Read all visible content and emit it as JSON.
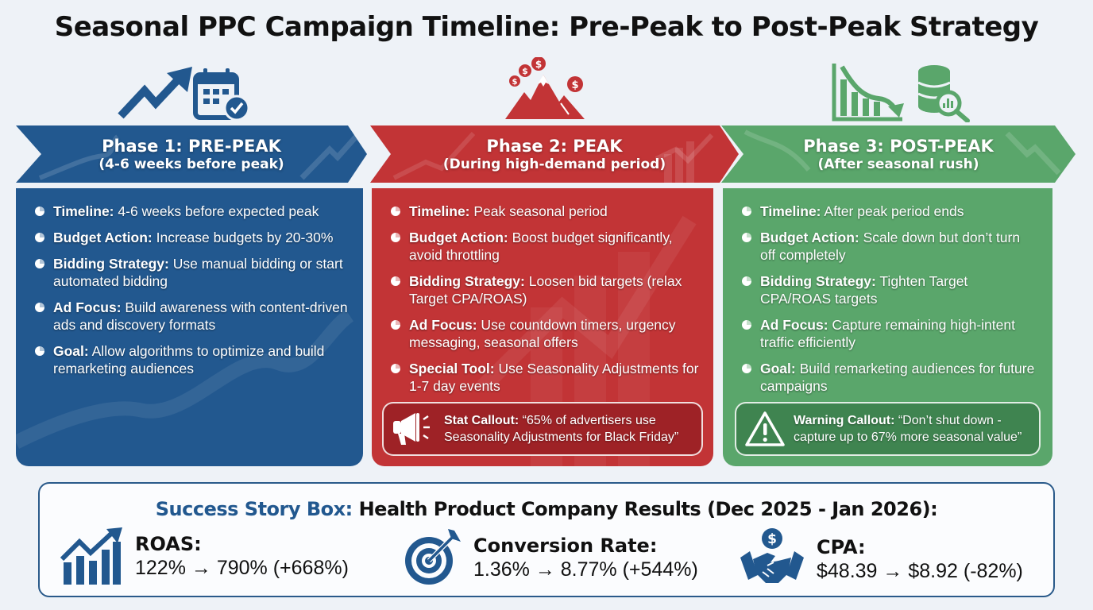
{
  "title": "Seasonal PPC Campaign Timeline: Pre-Peak to Post-Peak Strategy",
  "colors": {
    "phase1": "#22588f",
    "phase2": "#c23436",
    "phase3": "#5aa66b",
    "background": "#eef2f7"
  },
  "phases": [
    {
      "icons": [
        "trend-up-arrow-icon",
        "calendar-check-icon"
      ],
      "title": "Phase 1: PRE-PEAK",
      "subtitle": "(4-6 weeks before peak)",
      "items": [
        {
          "label": "Timeline:",
          "text": " 4-6 weeks before expected peak"
        },
        {
          "label": "Budget Action:",
          "text": " Increase budgets by 20-30%"
        },
        {
          "label": "Bidding Strategy:",
          "text": " Use manual bidding or start automated bidding"
        },
        {
          "label": "Ad Focus:",
          "text": " Build awareness with content-driven ads and discovery formats"
        },
        {
          "label": "Goal:",
          "text": " Allow algorithms to optimize and build remarketing audiences"
        }
      ]
    },
    {
      "icons": [
        "mountain-dollar-icon"
      ],
      "title": "Phase 2: PEAK",
      "subtitle": "(During high-demand period)",
      "items": [
        {
          "label": "Timeline:",
          "text": " Peak seasonal period"
        },
        {
          "label": "Budget Action:",
          "text": " Boost budget significantly, avoid throttling"
        },
        {
          "label": "Bidding Strategy:",
          "text": " Loosen bid targets (relax Target CPA/ROAS)"
        },
        {
          "label": "Ad Focus:",
          "text": " Use countdown timers, urgency messaging, seasonal offers"
        },
        {
          "label": "Special Tool:",
          "text": " Use Seasonality Adjustments for 1-7 day events"
        }
      ],
      "callout": {
        "icon": "megaphone-icon",
        "label": "Stat Callout:",
        "text": " “65% of advertisers use Seasonality Adjustments for Black Friday”"
      }
    },
    {
      "icons": [
        "declining-chart-icon",
        "database-search-icon"
      ],
      "title": "Phase 3: POST-PEAK",
      "subtitle": "(After seasonal rush)",
      "items": [
        {
          "label": "Timeline:",
          "text": " After peak period ends"
        },
        {
          "label": "Budget Action:",
          "text": " Scale down but don’t turn off completely"
        },
        {
          "label": "Bidding Strategy:",
          "text": " Tighten Target CPA/ROAS targets"
        },
        {
          "label": "Ad Focus:",
          "text": " Capture remaining high-intent traffic efficiently"
        },
        {
          "label": "Goal:",
          "text": " Build remarketing audiences for future campaigns"
        }
      ],
      "callout": {
        "icon": "warning-icon",
        "label": "Warning Callout:",
        "text": " “Don’t shut down - capture up to 67% more seasonal value”"
      }
    }
  ],
  "success_story": {
    "lead": "Success Story Box:",
    "title": " Health Product Company Results (Dec 2025 - Jan 2026):",
    "metrics": [
      {
        "icon": "bar-chart-up-icon",
        "label": "ROAS:",
        "value": "122%  → 790% (+668%)"
      },
      {
        "icon": "target-icon",
        "label": "Conversion Rate:",
        "value": "1.36% → 8.77% (+544%)"
      },
      {
        "icon": "handshake-dollar-icon",
        "label": "CPA:",
        "value": "$48.39 → $8.92 (-82%)"
      }
    ]
  }
}
